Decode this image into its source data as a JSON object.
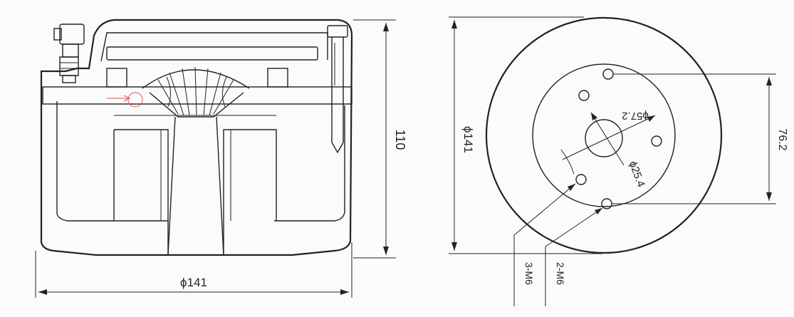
{
  "side_view": {
    "diameter_label": "ϕ141",
    "height_label": "110"
  },
  "top_view": {
    "diameter_label": "ϕ141",
    "pitch_label": "ϕ57.2",
    "bore_label": "ϕ25.4",
    "spacing_label": "76.2",
    "holes_a_label": "3-M6",
    "holes_b_label": "2-M6"
  },
  "colors": {
    "line": "#222222",
    "paper": "#fbfbfb",
    "annotation_red": "#d9534f"
  }
}
